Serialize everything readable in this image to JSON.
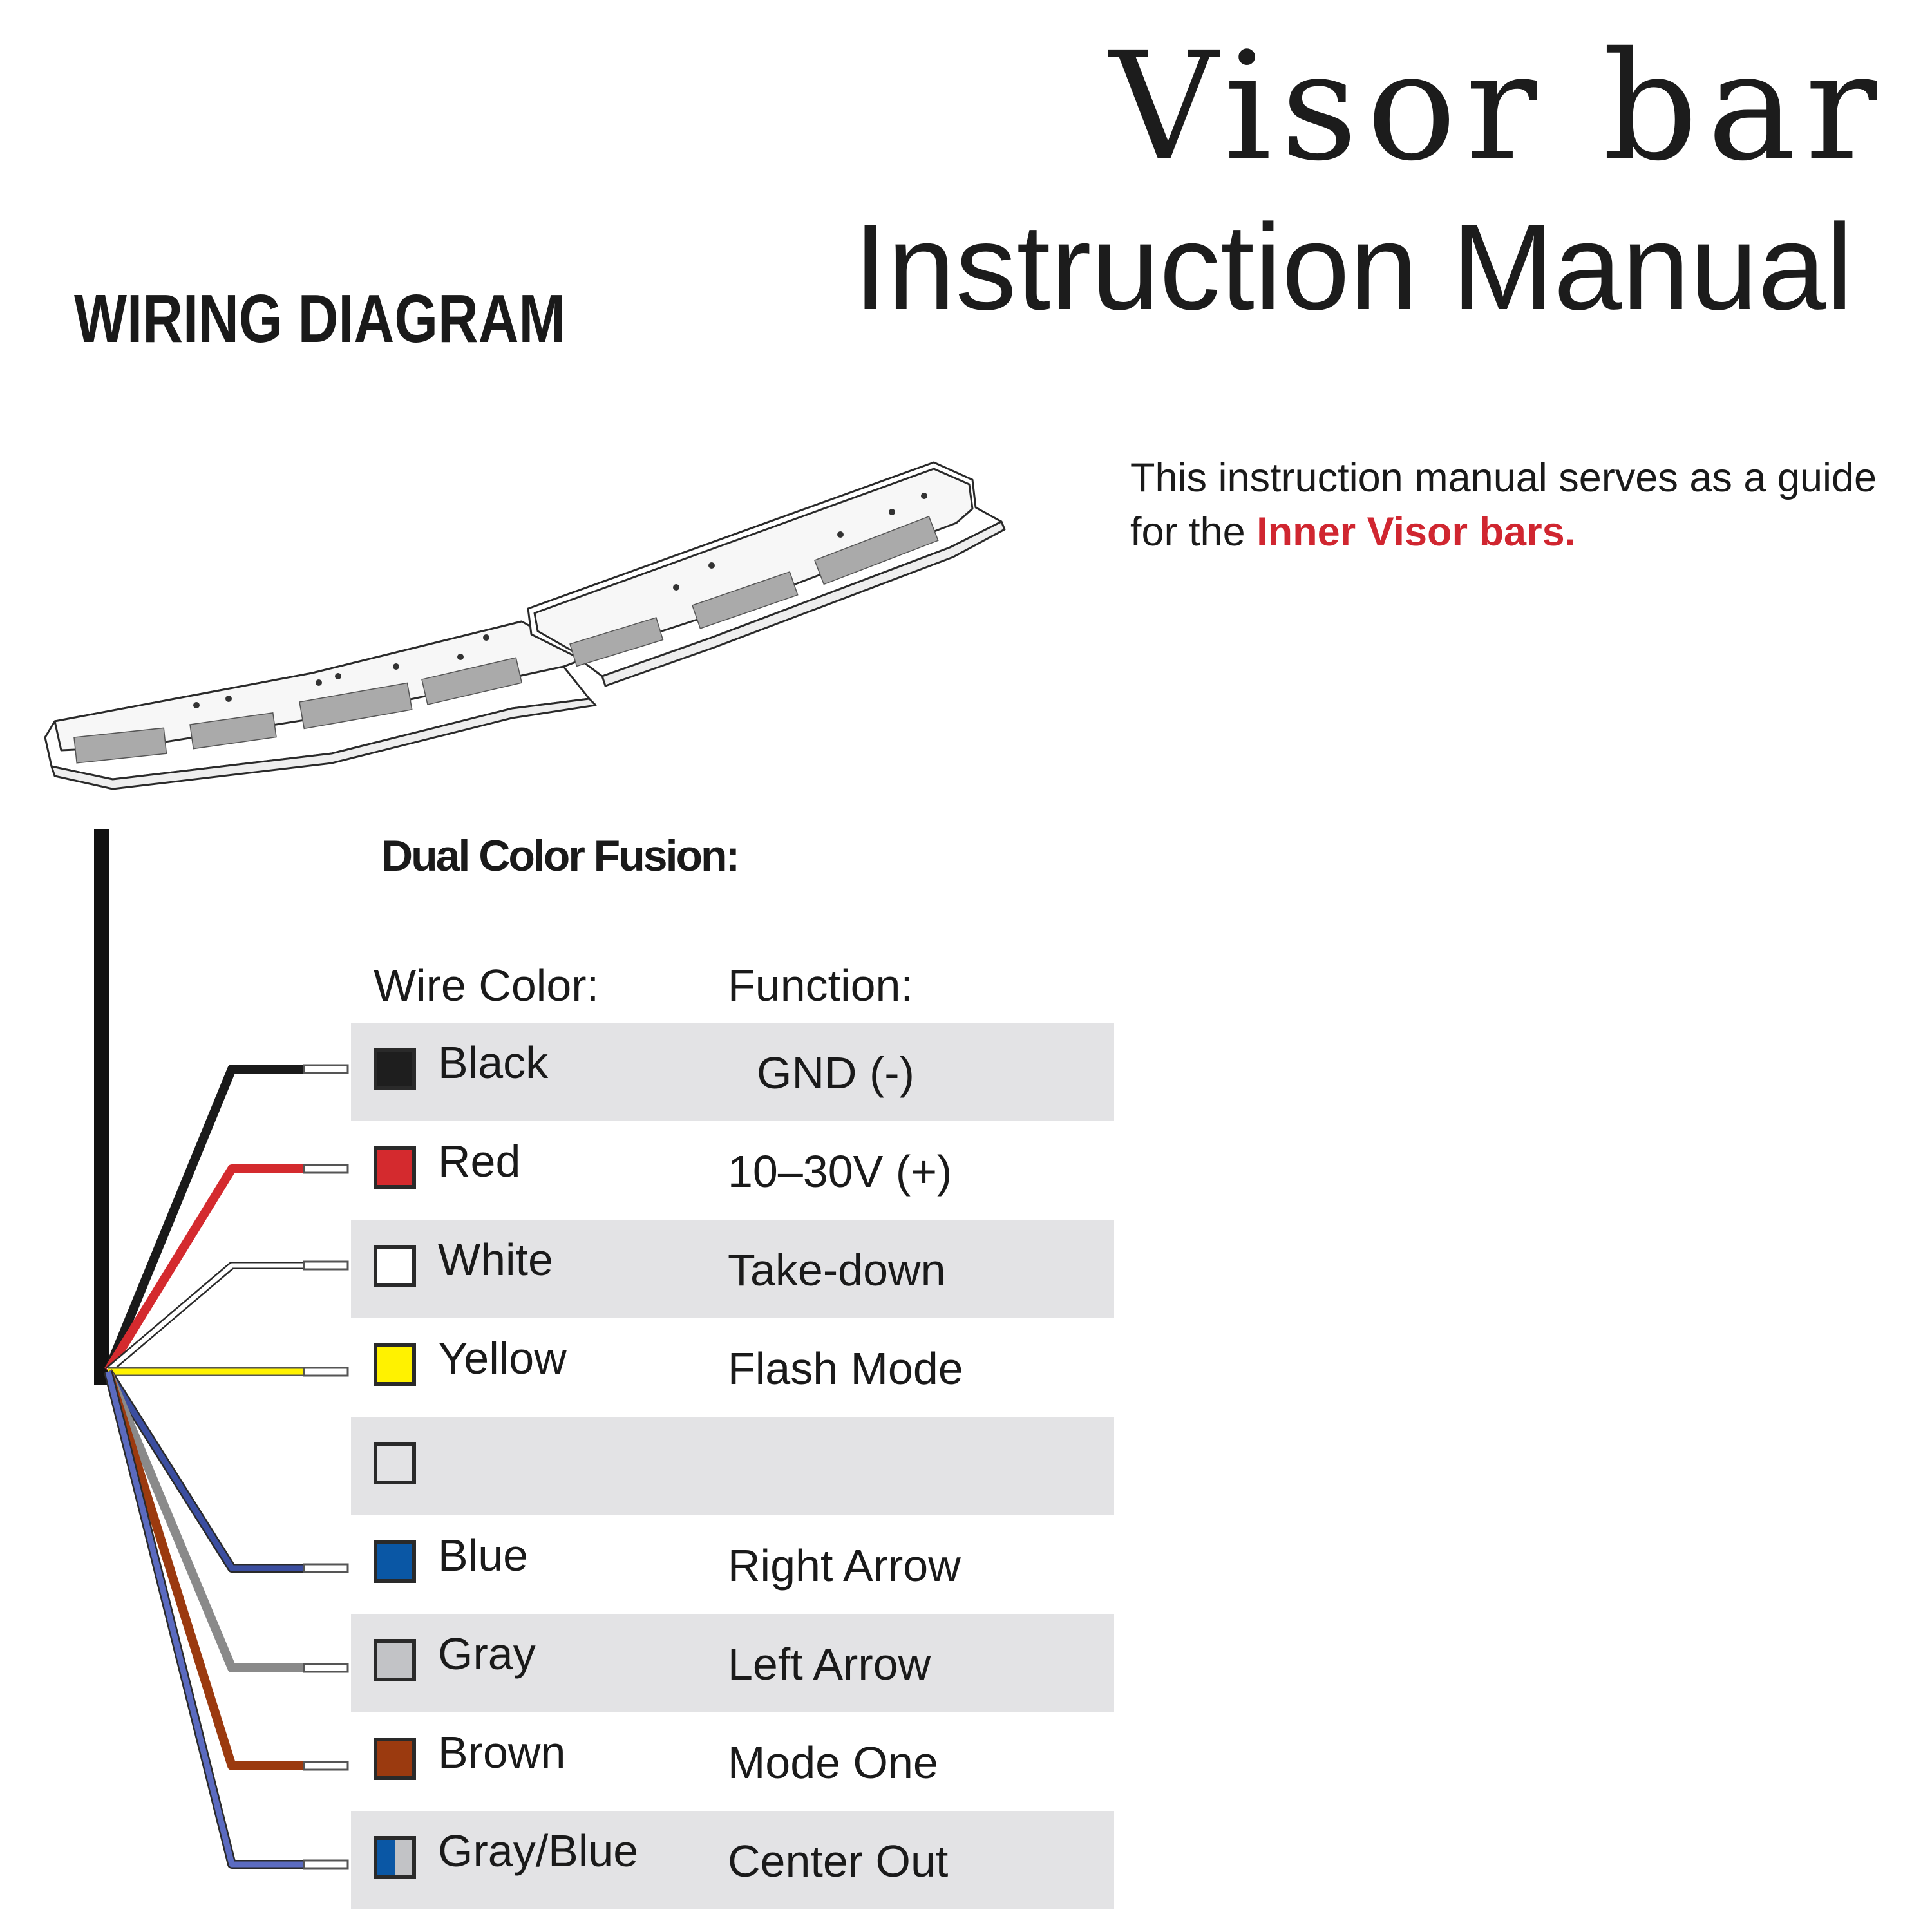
{
  "header": {
    "title": "Visor bar",
    "subtitle": "Instruction Manual",
    "section": "WIRING DIAGRAM"
  },
  "intro": {
    "text": "This instruction manual serves as a guide for the ",
    "highlight": "Inner Visor bars."
  },
  "table": {
    "heading": "Dual Color Fusion:",
    "col_wire": "Wire Color:",
    "col_function": "Function:",
    "rows": [
      {
        "color_name": "Black",
        "function": "GND (-)",
        "swatch": "#1e1e1e"
      },
      {
        "color_name": "Red",
        "function": "10–30V (+)",
        "swatch": "#d42a2e"
      },
      {
        "color_name": "White",
        "function": "Take-down",
        "swatch": "#ffffff"
      },
      {
        "color_name": "Yellow",
        "function": "Flash Mode",
        "swatch": "#fff200"
      },
      {
        "color_name": "",
        "function": "",
        "swatch": "#e3e3e5"
      },
      {
        "color_name": "Blue",
        "function": "Right Arrow",
        "swatch": "#0a57a5"
      },
      {
        "color_name": "Gray",
        "function": "Left Arrow",
        "swatch": "#c2c3c6"
      },
      {
        "color_name": "Brown",
        "function": "Mode One",
        "swatch": "#9b3a0f"
      },
      {
        "color_name": "Gray/Blue",
        "function": "Center Out",
        "swatch": "#0a57a5",
        "swatch2": "#c2c3c6"
      }
    ]
  }
}
